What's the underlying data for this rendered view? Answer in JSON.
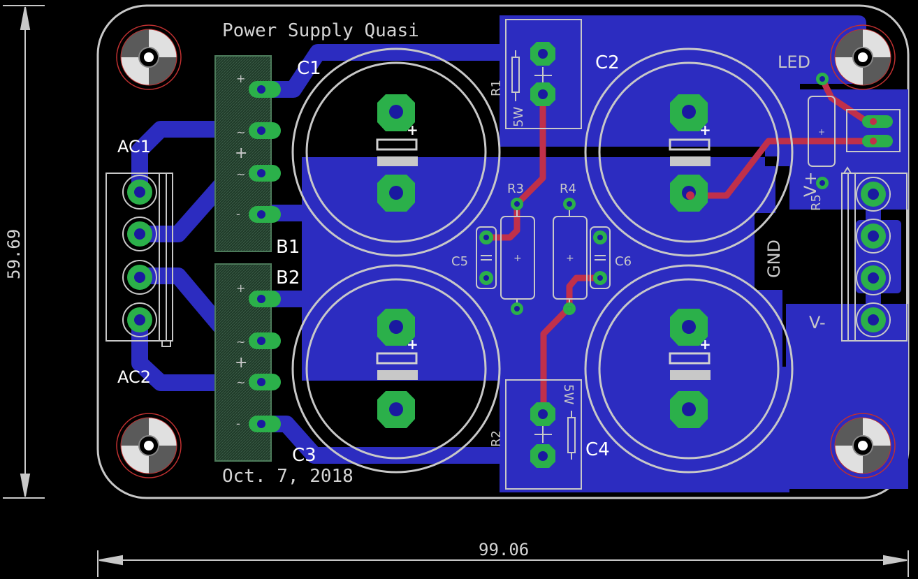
{
  "board": {
    "title": "Power Supply Quasi",
    "date": "Oct. 7, 2018",
    "width_dimension": "99.06",
    "height_dimension": "59.69"
  },
  "labels": {
    "c1": "C1",
    "c2": "C2",
    "c3": "C3",
    "c4": "C4",
    "c5": "C5",
    "c6": "C6",
    "r1": "R1",
    "r2": "R2",
    "r3": "R3",
    "r4": "R4",
    "r5": "R5",
    "r1_watt": "5W",
    "r2_watt": "5W",
    "b1": "B1",
    "b2": "B2",
    "ac1": "AC1",
    "ac2": "AC2",
    "led": "LED",
    "gnd": "GND",
    "vneg": "V-",
    "vpos": "V+"
  },
  "colors": {
    "background": "#000000",
    "copper_bottom": "#2c2cc0",
    "copper_top": "#c0304a",
    "pad": "#2bb04a",
    "drill": "#1a1aa0",
    "silkscreen": "#d4d4d4",
    "outline": "#c8c8c8",
    "hole_ring": "#c03030"
  }
}
